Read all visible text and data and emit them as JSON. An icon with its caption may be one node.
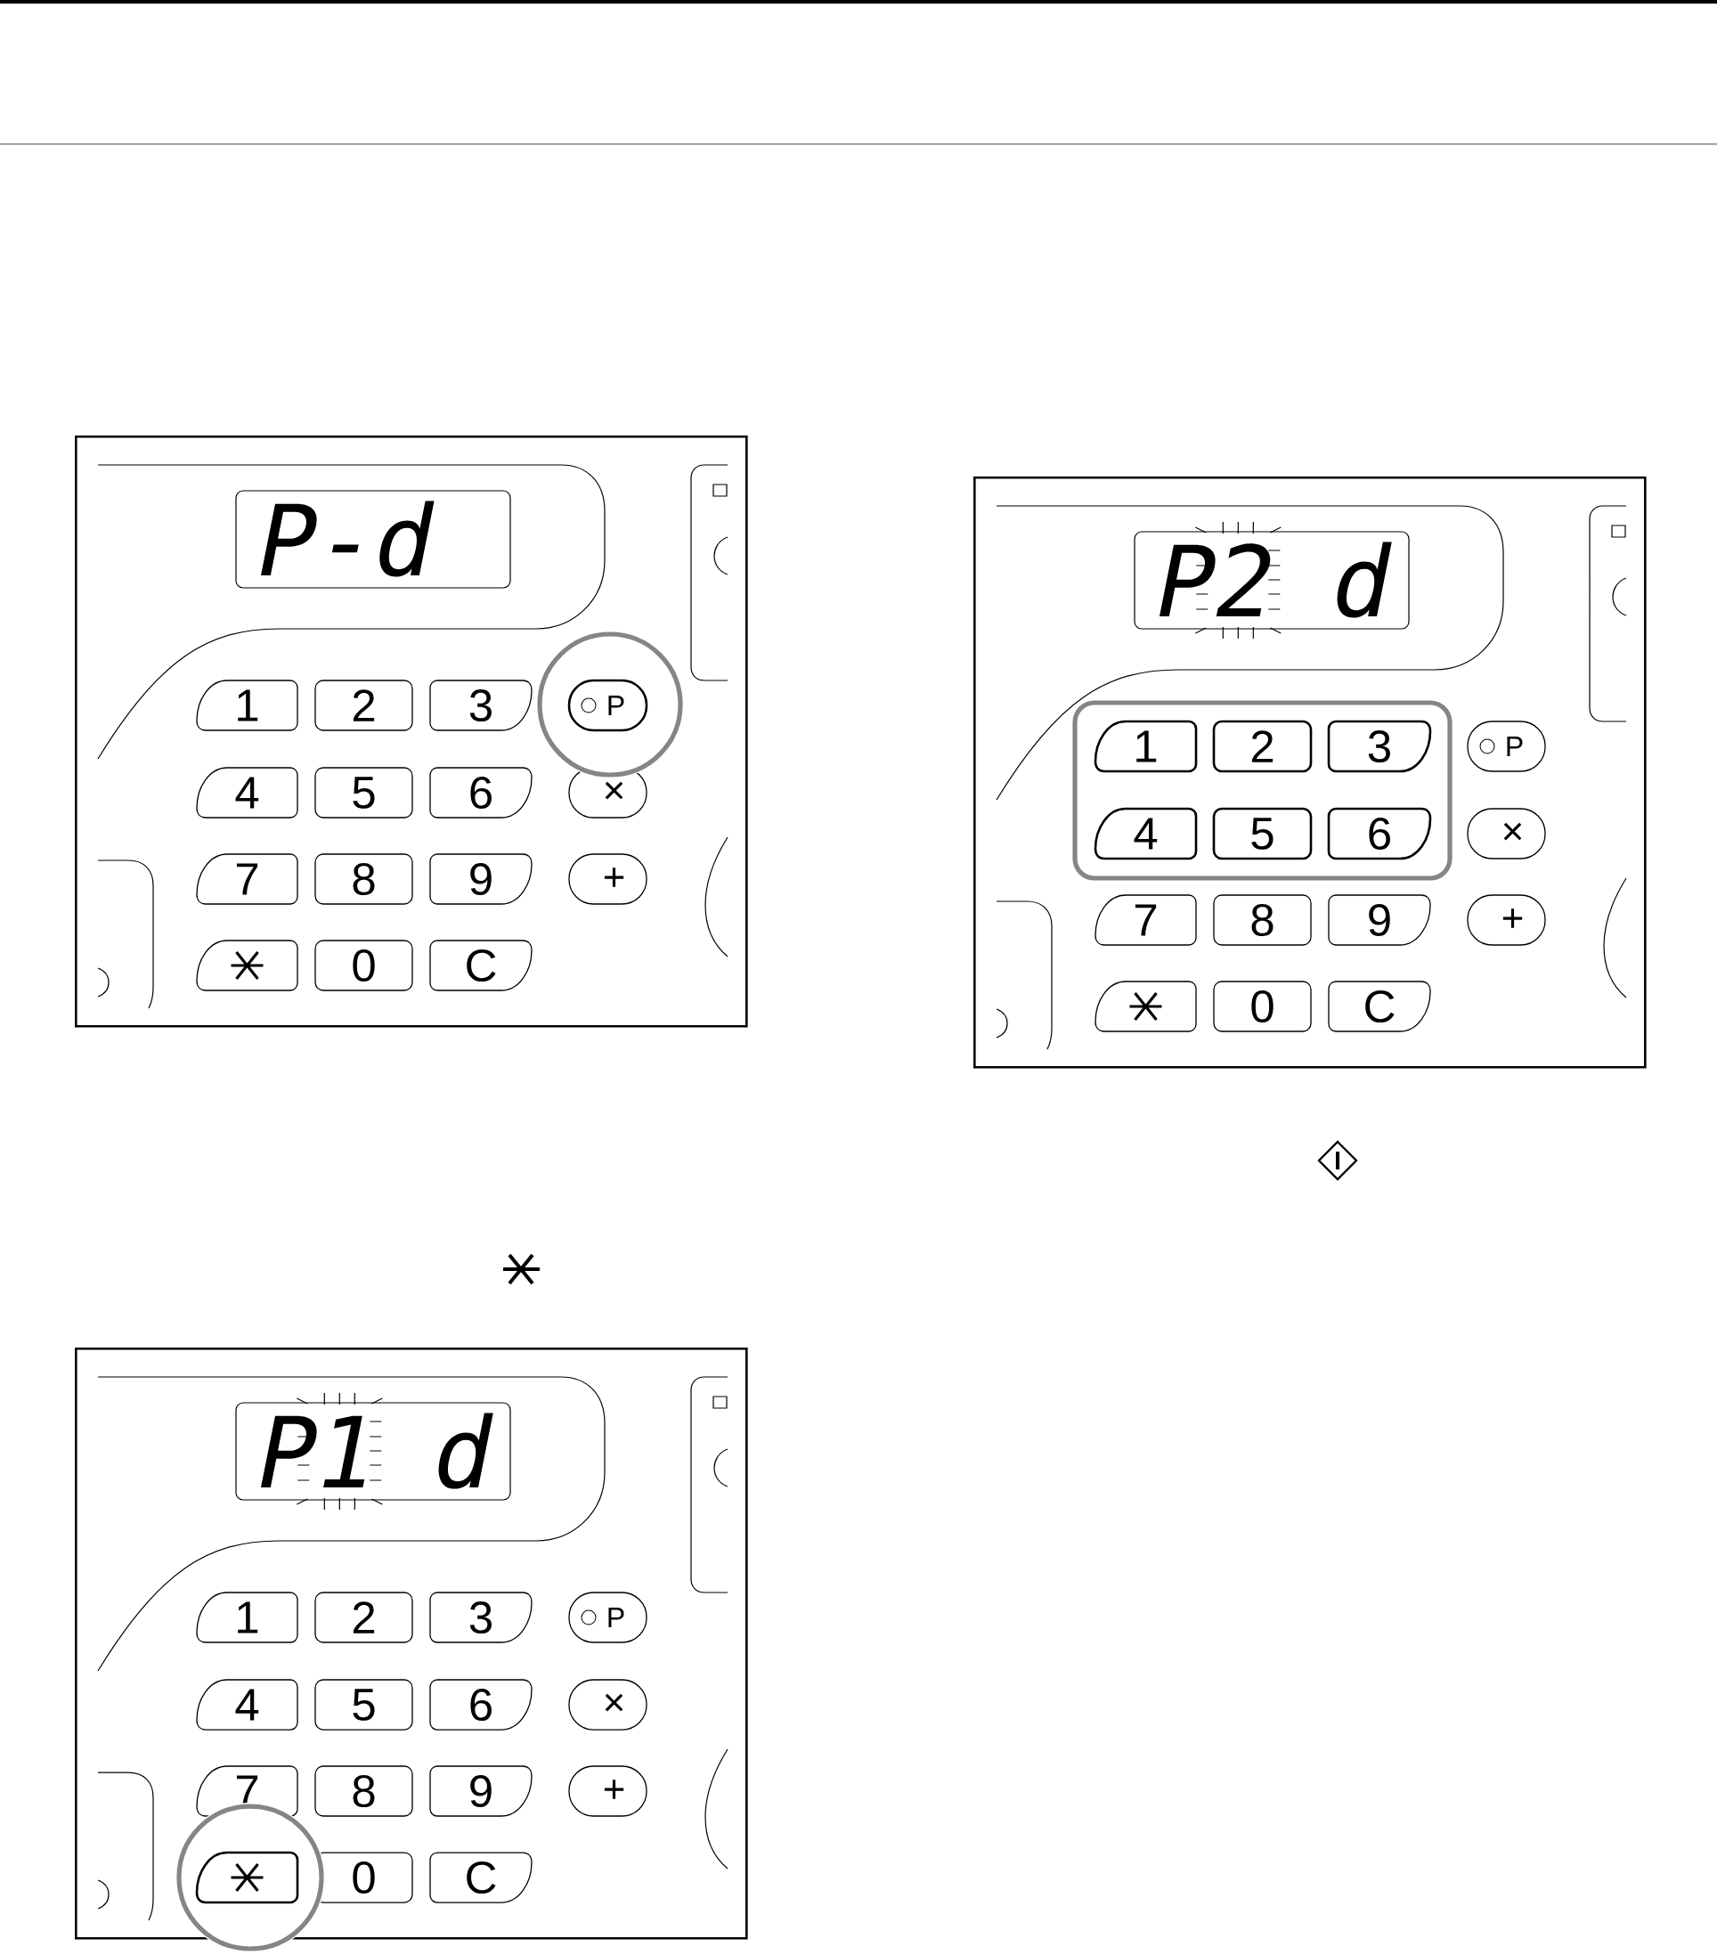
{
  "diagram": {
    "nodes": [
      {
        "text": [],
        "shape": "box"
      },
      {
        "text": [
          "P-d"
        ],
        "in": 0
      },
      {
        "text": [
          "1"
        ],
        "in": 0
      },
      {
        "text": [
          "2"
        ],
        "in": 0
      },
      {
        "text": [
          "3"
        ],
        "in": 0
      },
      {
        "text": [
          "P"
        ],
        "in": 0
      },
      {
        "text": [
          "4"
        ],
        "in": 0
      },
      {
        "text": [
          "5"
        ],
        "in": 0
      },
      {
        "text": [
          "6"
        ],
        "in": 0
      },
      {
        "text": [
          "×"
        ],
        "in": 0
      },
      {
        "text": [
          "7"
        ],
        "in": 0
      },
      {
        "text": [
          "8"
        ],
        "in": 0
      },
      {
        "text": [
          "9"
        ],
        "in": 0
      },
      {
        "text": [
          "+"
        ],
        "in": 0
      },
      {
        "text": [],
        "shape": "box",
        "in": 0
      },
      {
        "text": [
          "0"
        ],
        "in": 0
      },
      {
        "text": [
          "C"
        ],
        "in": 0
      },
      {
        "text": [],
        "shape": "box"
      },
      {
        "text": [
          "P2 d"
        ],
        "in": 17
      },
      {
        "text": [
          "1"
        ],
        "in": 17
      },
      {
        "text": [
          "2"
        ],
        "in": 17
      },
      {
        "text": [
          "3"
        ],
        "in": 17
      },
      {
        "text": [
          "P"
        ],
        "in": 17
      },
      {
        "text": [
          "4"
        ],
        "in": 17
      },
      {
        "text": [
          "5"
        ],
        "in": 17
      },
      {
        "text": [
          "6"
        ],
        "in": 17
      },
      {
        "text": [
          "×"
        ],
        "in": 17
      },
      {
        "text": [
          "7"
        ],
        "in": 17
      },
      {
        "text": [
          "8"
        ],
        "in": 17
      },
      {
        "text": [
          "9"
        ],
        "in": 17
      },
      {
        "text": [
          "+"
        ],
        "in": 17
      },
      {
        "text": [],
        "shape": "box",
        "in": 17
      },
      {
        "text": [
          "0"
        ],
        "in": 17
      },
      {
        "text": [
          "C"
        ],
        "in": 17
      },
      {
        "text": [],
        "shape": "box"
      },
      {
        "text": [
          "P1 d"
        ],
        "in": 34
      },
      {
        "text": [
          "1"
        ],
        "in": 34
      },
      {
        "text": [
          "2"
        ],
        "in": 34
      },
      {
        "text": [
          "3"
        ],
        "in": 34
      },
      {
        "text": [
          "P"
        ],
        "in": 34
      },
      {
        "text": [
          "4"
        ],
        "in": 34
      },
      {
        "text": [
          "5"
        ],
        "in": 34
      },
      {
        "text": [
          "6"
        ],
        "in": 34
      },
      {
        "text": [
          "×"
        ],
        "in": 34
      },
      {
        "text": [
          "7"
        ],
        "in": 34
      },
      {
        "text": [
          "8"
        ],
        "in": 34
      },
      {
        "text": [
          "9"
        ],
        "in": 34
      },
      {
        "text": [
          "+"
        ],
        "in": 34
      },
      {
        "text": [],
        "shape": "box",
        "in": 34
      },
      {
        "text": [
          "0"
        ],
        "in": 34
      },
      {
        "text": [
          "C"
        ],
        "in": 34
      }
    ]
  }
}
